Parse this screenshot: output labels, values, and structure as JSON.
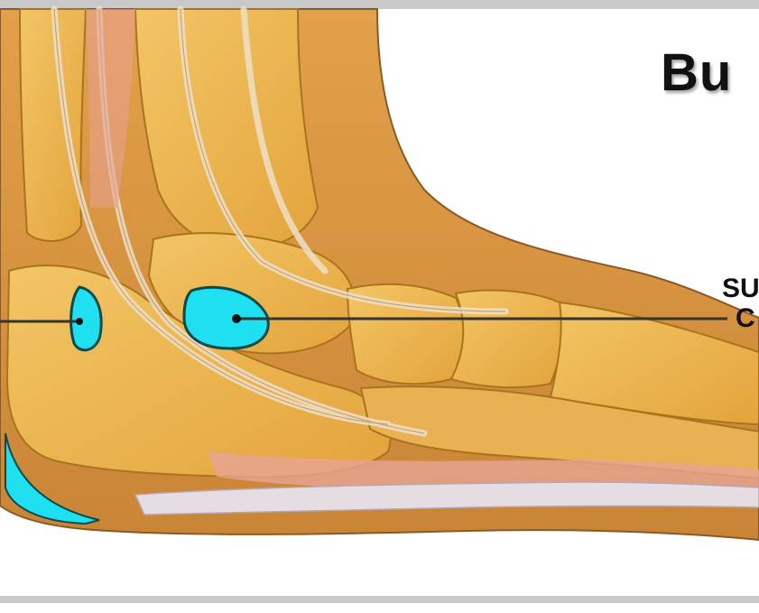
{
  "title": "Bu",
  "labels": {
    "line1": "SU",
    "line2": "C"
  },
  "colors": {
    "bone": "#e8ae45",
    "bone_light": "#f2c466",
    "skin": "#d9943e",
    "bursa": "#1fe0f0",
    "bursa_outline": "#0b4a4a",
    "tendon": "#e8d8c0",
    "muscle": "#e6a090",
    "line": "#333333",
    "frame": "#c8c8c8"
  }
}
